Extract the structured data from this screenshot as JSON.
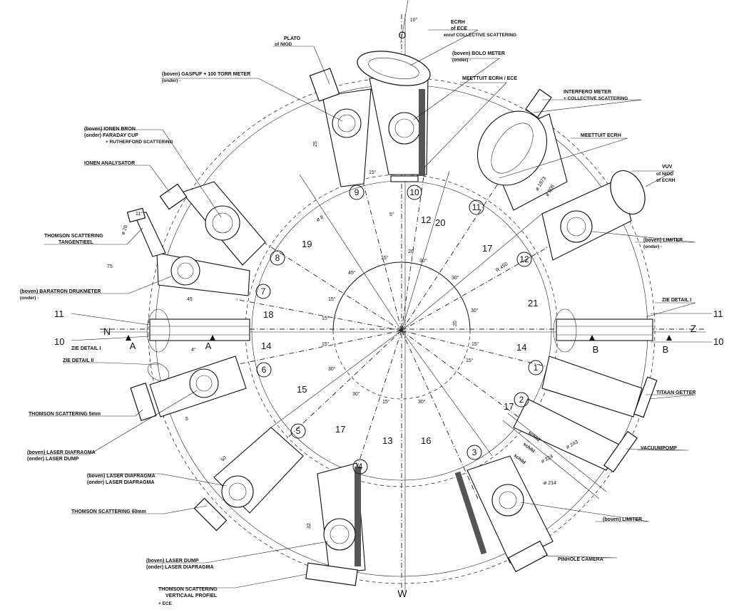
{
  "direction_labels": {
    "north": "O",
    "south": "W",
    "west": "N",
    "east": "Z",
    "north_angle": "10°"
  },
  "port_numbers": [
    "1",
    "2",
    "3",
    "4",
    "5",
    "6",
    "7",
    "8",
    "9",
    "10",
    "11",
    "12"
  ],
  "part_numbers": {
    "n10_left": "10",
    "n11_left": "11",
    "n10_right": "10",
    "n11_right": "11",
    "n12": "12",
    "n13": "13",
    "n14_left": "14",
    "n14_right": "14",
    "n15": "15",
    "n16": "16",
    "n17_top": "17",
    "n17_bottom_left": "17",
    "n17_bottom_right": "17",
    "n18": "18",
    "n19": "19",
    "n20": "20",
    "n21": "21"
  },
  "section_markers": {
    "a_left": "A",
    "a_right": "A",
    "b_left": "B",
    "b_right": "B"
  },
  "labels": {
    "ecrh": "ECRH",
    "of_ece": "of ECE",
    "collective": "en/of COLLECTIVE SCATTERING",
    "plato": "PLATO",
    "of_niod_top": "of NIOD",
    "bolometer_top": "(boven)  BOLO METER",
    "bolometer_bottom": "(onder)  -",
    "meettuit_ecrh_ece": "MEETTUIT  ECRH / ECE",
    "gaspuf_top": "(boven)  GASPUF  + 100  TORR METER",
    "gaspuf_bottom": "(onder)  -",
    "interferometer": "INTERFERO METER",
    "interferometer_sub": "+ COLLECTIVE SCATTERING",
    "ionenbron_top": "(boven)  IONEN BRON",
    "ionenbron_mid": "(onder)  FARADAY CUP",
    "ionenbron_bottom": "+ RUTHERFORD SCATTERING",
    "meettuit_ecrh": "MEETTUIT  ECRH",
    "ionen_analysator": "IONEN  ANALYSATOR",
    "vuv": "VUV",
    "of_niod_right": "of  NIOD",
    "of_ecrh": "of  ECRH",
    "thomson_tangentieel_1": "THOMSON  SCATTERING",
    "thomson_tangentieel_2": "TANGENTIEEL",
    "limiter_top": "(boven)  LIMITER",
    "limiter_top_sub": "(onder)  -",
    "baratron_top": "(boven)  BARATRON  DRUKMETER",
    "baratron_bottom": "(onder)  -",
    "zie_detail_1_right": "ZIE  DETAIL  I",
    "zie_detail_1_left": "ZIE  DETAIL  I",
    "zie_detail_2": "ZIE  DETAIL  II",
    "titaan_getter": "TITAAN  GETTER",
    "thomson_5mm": "THOMSON  SCATTERING   5mm",
    "vacuumpomp": "VACUUMPOMP",
    "laser_diafragma_top": "(boven)  LASER  DIAFRAGMA",
    "laser_dump_bottom": "(onder)  LASER  DUMP",
    "laser_diafragma_top_2": "(boven)  LASER  DIAFRAGMA",
    "laser_diafragma_bottom_2": "(onder)  LASER  DIAFRAGMA",
    "limiter_bottom": "(boven)  LIMITER",
    "thomson_60mm": "THOMSON  SCATTERING   60mm",
    "pinhole_camera": "PINHOLE  CAMERA",
    "laser_dump_top": "(boven)  LASER  DUMP",
    "laser_diafragma_bottom_3": "(onder)  LASER  DIAFRAGMA",
    "thomson_verticaal_1": "THOMSON  SCATTERING",
    "thomson_verticaal_2": "VERTICAAL  PROFIEL",
    "thomson_verticaal_3": "+ ECE",
    "schild_1": "schild",
    "schild_2": "schild",
    "schild_3": "schild"
  },
  "dimensions": {
    "d25": "25",
    "d28": "ø 28",
    "d11": "11°",
    "d75": "75",
    "d45": "45",
    "d4": "4°",
    "d5": "5",
    "d50": "50",
    "d32": "32",
    "d1873": "ø 1873",
    "d206": "ø 206",
    "r450": "R  450",
    "d243": "ø 243",
    "d224": "ø 224",
    "d214": "ø 214",
    "d20": "20",
    "d20b": "20",
    "d8": "ø 8"
  },
  "angles": {
    "a15_top": "15°",
    "a5_top": "5°",
    "a15_c1": "15°",
    "a30_c1": "30°",
    "a45": "45°",
    "a30_c2": "30°",
    "a15_c2": "15°",
    "a15_c3": "15°",
    "a30_right": "30°",
    "a15_c4": "15°",
    "a15_c5": "15°",
    "a15_c6": "15°",
    "a30_c3": "30°",
    "a30_c4": "30°",
    "a15_c7": "15°",
    "a30_c5": "30°"
  },
  "colors": {
    "ink": "#111111",
    "paper": "#ffffff"
  }
}
